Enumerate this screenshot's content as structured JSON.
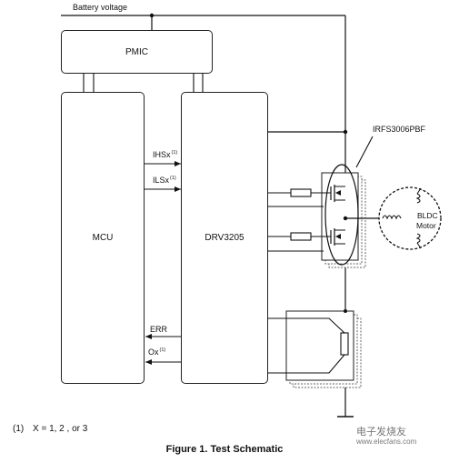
{
  "labels": {
    "battery": "Battery voltage",
    "pmic": "PMIC",
    "mcu": "MCU",
    "drv": "DRV3205",
    "ihs": "IHSx",
    "ils": "ILSx",
    "err": "ERR",
    "ox": "Ox",
    "sup_ref": "(1)",
    "part": "IRFS3006PBF",
    "motor_line1": "BLDC",
    "motor_line2": "Motor"
  },
  "footnote": {
    "marker": "(1)",
    "text": "X = 1, 2 , or 3"
  },
  "caption": "Figure 1. Test Schematic",
  "watermark": {
    "line1": "电子发烧友",
    "line2": "www.elecfans.com"
  }
}
